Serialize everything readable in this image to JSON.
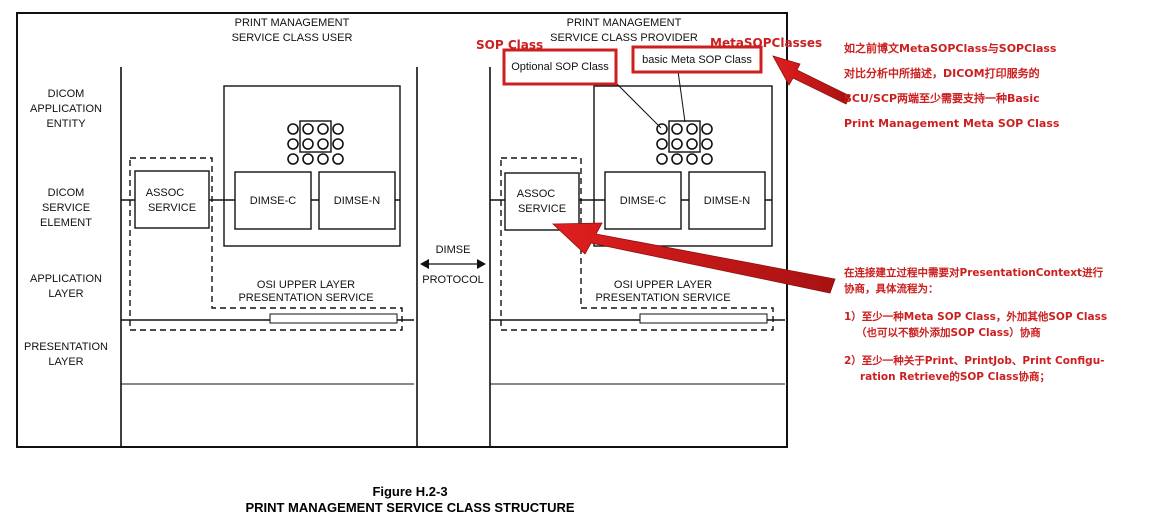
{
  "colors": {
    "line": "#111111",
    "annotation": "#cc1f1f",
    "background": "#ffffff"
  },
  "diagram": {
    "user_title": [
      "PRINT MANAGEMENT",
      "SERVICE CLASS USER"
    ],
    "provider_title": [
      "PRINT MANAGEMENT",
      "SERVICE CLASS PROVIDER"
    ],
    "layers": {
      "application_entity": [
        "DICOM",
        "APPLICATION",
        "ENTITY"
      ],
      "service_element": [
        "DICOM",
        "SERVICE",
        "ELEMENT"
      ],
      "application_layer": [
        "APPLICATION",
        "LAYER"
      ],
      "presentation_layer": [
        "PRESENTATION",
        "LAYER"
      ]
    },
    "assoc_service": [
      "ASSOC",
      "SERVICE"
    ],
    "dimse_c": "DIMSE-C",
    "dimse_n": "DIMSE-N",
    "osi_service": [
      "OSI UPPER LAYER",
      "PRESENTATION SERVICE"
    ],
    "protocol": [
      "DIMSE",
      "PROTOCOL"
    ]
  },
  "annotations": {
    "sop_class_label": "SOP Class",
    "meta_sop_classes_label": "MetaSOPClasses",
    "optional_sop_box": "Optional SOP Class",
    "basic_meta_sop_box": "basic Meta SOP Class",
    "note1": [
      "如之前博文MetaSOPClass与SOPClass",
      "对比分析中所描述，DICOM打印服务的",
      "SCU/SCP两端至少需要支持一种Basic",
      "Print Management Meta SOP Class"
    ],
    "note2_intro": [
      "在连接建立过程中需要对PresentationContext进行",
      "协商，具体流程为："
    ],
    "note2_item1": [
      "1）至少一种Meta SOP Class，外加其他SOP Class",
      "（也可以不额外添加SOP Class）协商"
    ],
    "note2_item2": [
      "2）至少一种关于Print、PrintJob、Print Configu-",
      "ration Retrieve的SOP Class协商；"
    ]
  },
  "caption": {
    "figure": "Figure H.2-3",
    "title": "PRINT MANAGEMENT SERVICE CLASS STRUCTURE"
  }
}
